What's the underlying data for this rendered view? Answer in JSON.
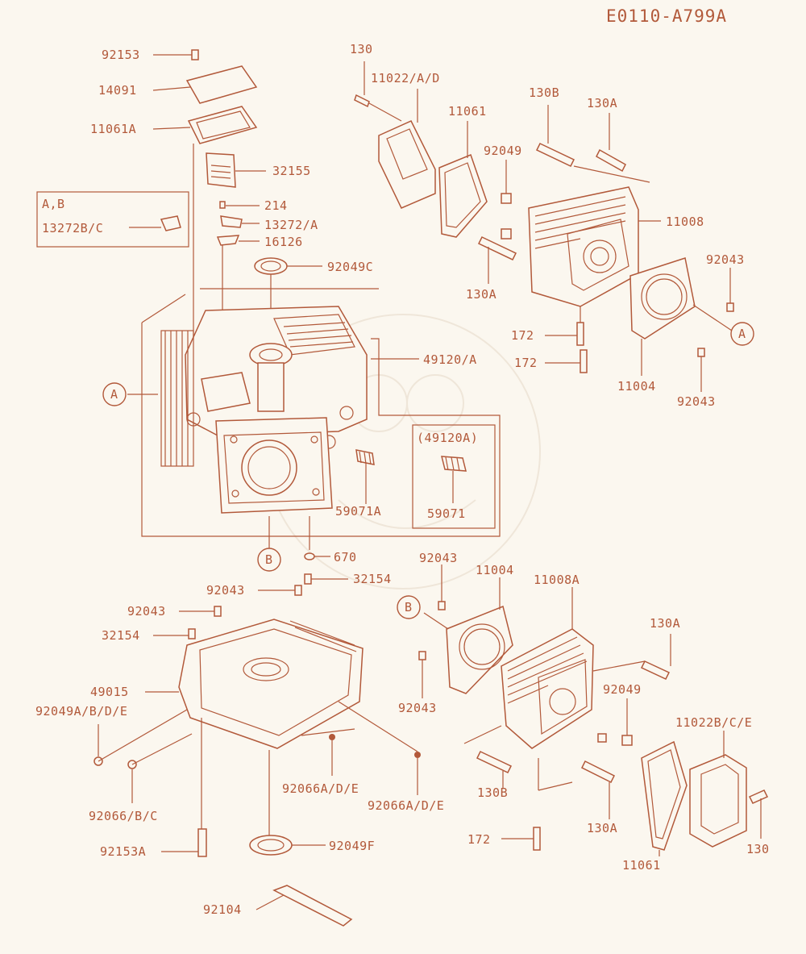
{
  "diagram_code": "E0110-A799A",
  "parts": {
    "p92153": "92153",
    "p14091": "14091",
    "p11061A": "11061A",
    "p32155": "32155",
    "p214": "214",
    "p13272A": "13272/A",
    "p16126": "16126",
    "p92049C": "92049C",
    "p49120A": "49120/A",
    "p59071A": "59071A",
    "p670": "670",
    "p130_top": "130",
    "p11022AD": "11022/A/D",
    "p11061_top": "11061",
    "p130B_top": "130B",
    "p130A_top": "130A",
    "p92049_top": "92049",
    "p11008": "11008",
    "p92043_tr": "92043",
    "p130A_mid": "130A",
    "p172_a": "172",
    "p172_b": "172",
    "p11004_top": "11004",
    "p92043_r2": "92043",
    "p92043_b1": "92043",
    "p32154_a": "32154",
    "p92043_b2": "92043",
    "p32154_b": "32154",
    "p49015": "49015",
    "p92049ABDE": "92049A/B/D/E",
    "p92066BC": "92066/B/C",
    "p92066ADE_a": "92066A/D/E",
    "p92066ADE_b": "92066A/D/E",
    "p92153A": "92153A",
    "p92049F": "92049F",
    "p92104": "92104",
    "p92043_b3": "92043",
    "p11004_bot": "11004",
    "p11008A": "11008A",
    "p130A_bot": "130A",
    "p92043_b4": "92043",
    "p92049_bot": "92049",
    "p11022BCE": "11022B/C/E",
    "p130B_bot": "130B",
    "p130A_bot2": "130A",
    "p172_c": "172",
    "p11061_bot": "11061",
    "p130_bot": "130"
  },
  "variant_box": {
    "title": "A,B",
    "part": "13272B/C"
  },
  "option_box": {
    "title": "(49120A)",
    "part": "59071"
  },
  "callouts": {
    "A_left": "A",
    "A_right": "A",
    "B_mid": "B",
    "B_right": "B"
  }
}
